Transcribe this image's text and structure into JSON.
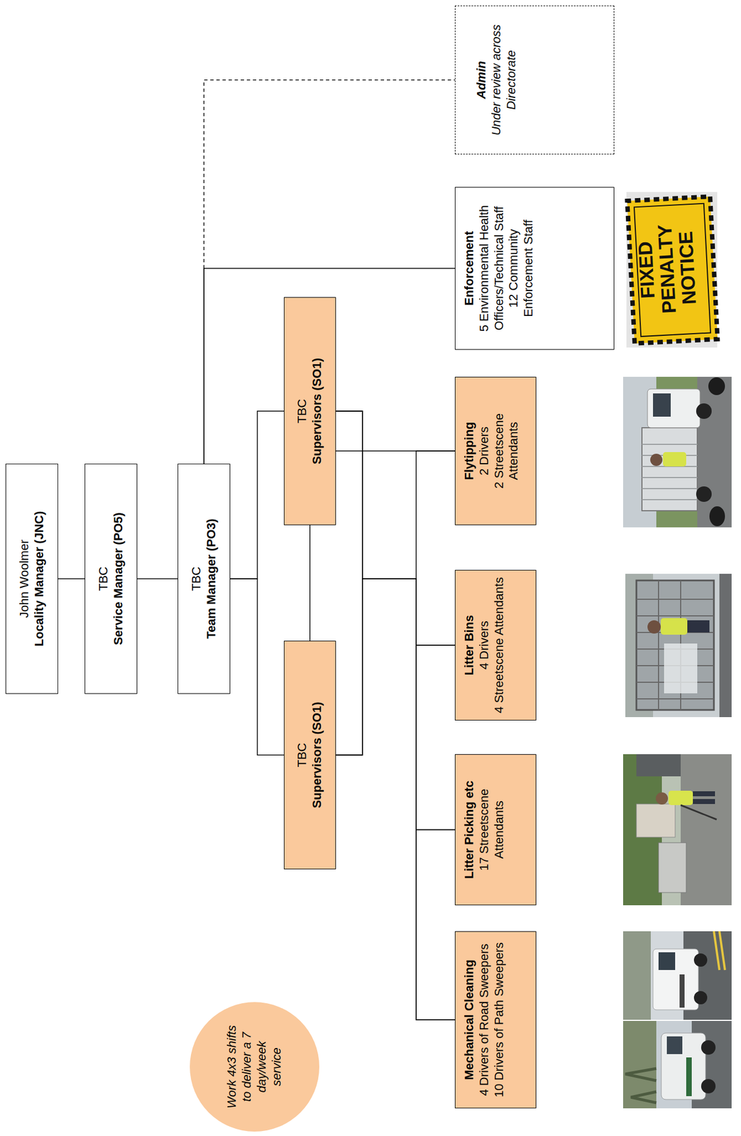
{
  "diagram": {
    "nodes": [
      {
        "text": [
          "John Woolmer",
          "Locality Manager (JNC)"
        ]
      },
      {
        "text": [
          "TBC",
          "Service Manager (PO5)"
        ]
      },
      {
        "text": [
          "TBC",
          "Team Manager (PO3)"
        ]
      },
      {
        "text": [
          "TBC",
          "Supervisors (SO1)"
        ]
      },
      {
        "text": [
          "TBC",
          "Supervisors (SO1)"
        ]
      },
      {
        "text": [
          "Mechanical Cleaning",
          "4 Drivers of Road Sweepers",
          "10 Drivers of Path Sweepers"
        ]
      },
      {
        "text": [
          "Litter Picking etc",
          "17 Streetscene Attendants"
        ]
      },
      {
        "text": [
          "Litter Bins",
          "4 Drivers",
          "4 Streetscene Attendants"
        ]
      },
      {
        "text": [
          "Flytipping",
          "2 Drivers",
          "2 Streetscene Attendants"
        ]
      },
      {
        "text": [
          "Enforcement",
          "5 Environmental Health Officers/Technical Staff",
          "12 Community Enforcement Staff"
        ]
      },
      {
        "text": [
          "Admin",
          "Under review across Directorate"
        ]
      },
      {
        "text": [
          "Work 4x3 shifts to deliver a 7 day/week service"
        ]
      }
    ],
    "edges": [
      {
        "from": 0,
        "to": 1,
        "arrow": "none"
      },
      {
        "from": 1,
        "to": 2,
        "arrow": "none"
      },
      {
        "from": 2,
        "to": 3,
        "arrow": "none"
      },
      {
        "from": 2,
        "to": 4,
        "arrow": "none"
      },
      {
        "from": 3,
        "to": 5,
        "arrow": "none"
      },
      {
        "from": 3,
        "to": 6,
        "arrow": "none"
      },
      {
        "from": 3,
        "to": 7,
        "arrow": "none"
      },
      {
        "from": 3,
        "to": 8,
        "arrow": "none"
      },
      {
        "from": 4,
        "to": 5,
        "arrow": "none"
      },
      {
        "from": 4,
        "to": 6,
        "arrow": "none"
      },
      {
        "from": 4,
        "to": 7,
        "arrow": "none"
      },
      {
        "from": 4,
        "to": 8,
        "arrow": "none"
      },
      {
        "from": 2,
        "to": 9,
        "arrow": "none"
      },
      {
        "from": 2,
        "to": 10,
        "arrow": "none"
      }
    ],
    "labels": [
      "FIXED PENALTY NOTICE"
    ]
  }
}
